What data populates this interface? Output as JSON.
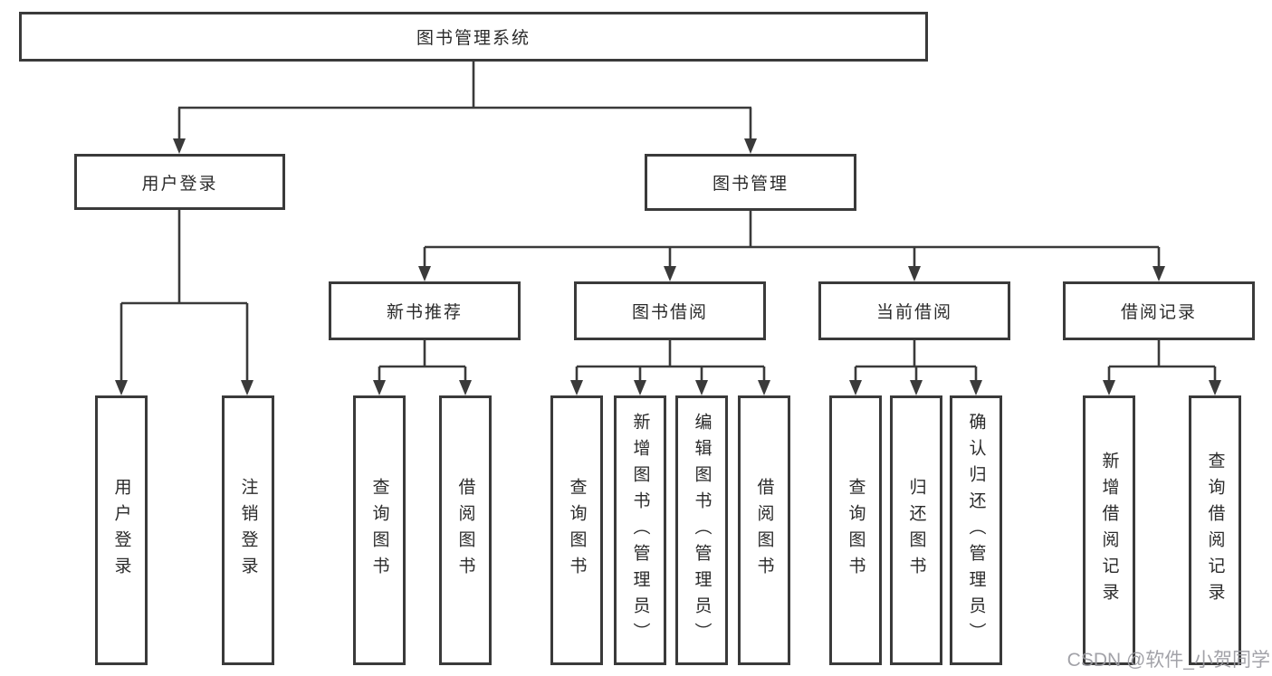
{
  "diagram": {
    "title": "图书管理系统",
    "root": {
      "label": "图书管理系统"
    },
    "branches": [
      {
        "label": "用户登录",
        "leaves": [
          {
            "label": "用户登录"
          },
          {
            "label": "注销登录"
          }
        ]
      },
      {
        "label": "图书管理",
        "sections": [
          {
            "label": "新书推荐",
            "leaves": [
              {
                "label": "查询图书"
              },
              {
                "label": "借阅图书"
              }
            ]
          },
          {
            "label": "图书借阅",
            "leaves": [
              {
                "label": "查询图书"
              },
              {
                "label": "新增图书（管理员）"
              },
              {
                "label": "编辑图书（管理员）"
              },
              {
                "label": "借阅图书"
              }
            ]
          },
          {
            "label": "当前借阅",
            "leaves": [
              {
                "label": "查询图书"
              },
              {
                "label": "归还图书"
              },
              {
                "label": "确认归还（管理员）"
              }
            ]
          },
          {
            "label": "借阅记录",
            "leaves": [
              {
                "label": "新增借阅记录"
              },
              {
                "label": "查询借阅记录"
              }
            ]
          }
        ]
      }
    ]
  },
  "watermark": {
    "text": "CSDN @软件_小贺同学",
    "color": "#9b9ba1"
  },
  "colors": {
    "line": "#3a3a3a",
    "text": "#2b2b2b",
    "box_bg": "#ffffff"
  }
}
